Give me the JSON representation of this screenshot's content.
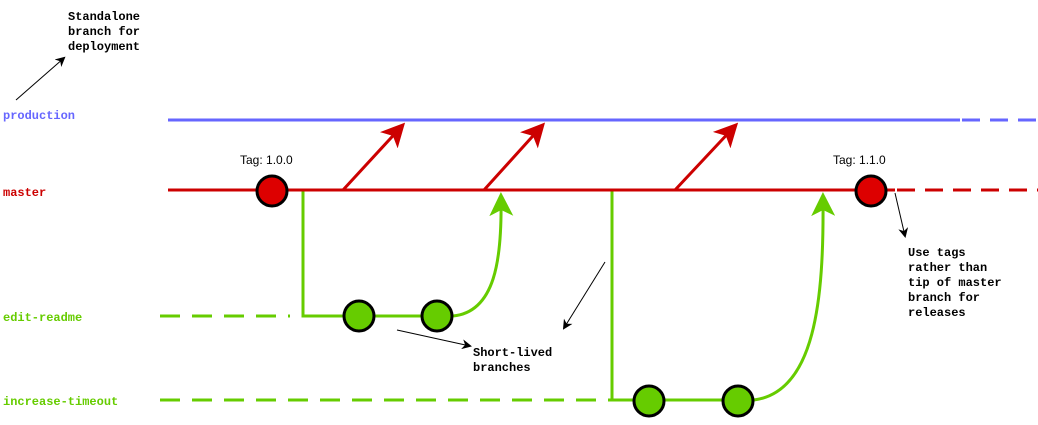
{
  "colors": {
    "production": "#6666ff",
    "master": "#cc0000",
    "feature": "#66cc00",
    "commit_master_fill": "#dd0000",
    "commit_feature_fill": "#66cc00",
    "outline": "#000000",
    "annotation": "#000000"
  },
  "branches": {
    "production": {
      "label": "production"
    },
    "master": {
      "label": "master"
    },
    "edit_readme": {
      "label": "edit-readme"
    },
    "increase_timeout": {
      "label": "increase-timeout"
    }
  },
  "tags": {
    "first": "Tag: 1.0.0",
    "second": "Tag: 1.1.0"
  },
  "notes": {
    "standalone": [
      "Standalone",
      "branch for",
      "deployment"
    ],
    "short_lived": [
      "Short-lived",
      "branches"
    ],
    "use_tags": [
      "Use tags",
      "rather than",
      "tip of master",
      "branch for",
      "releases"
    ]
  }
}
